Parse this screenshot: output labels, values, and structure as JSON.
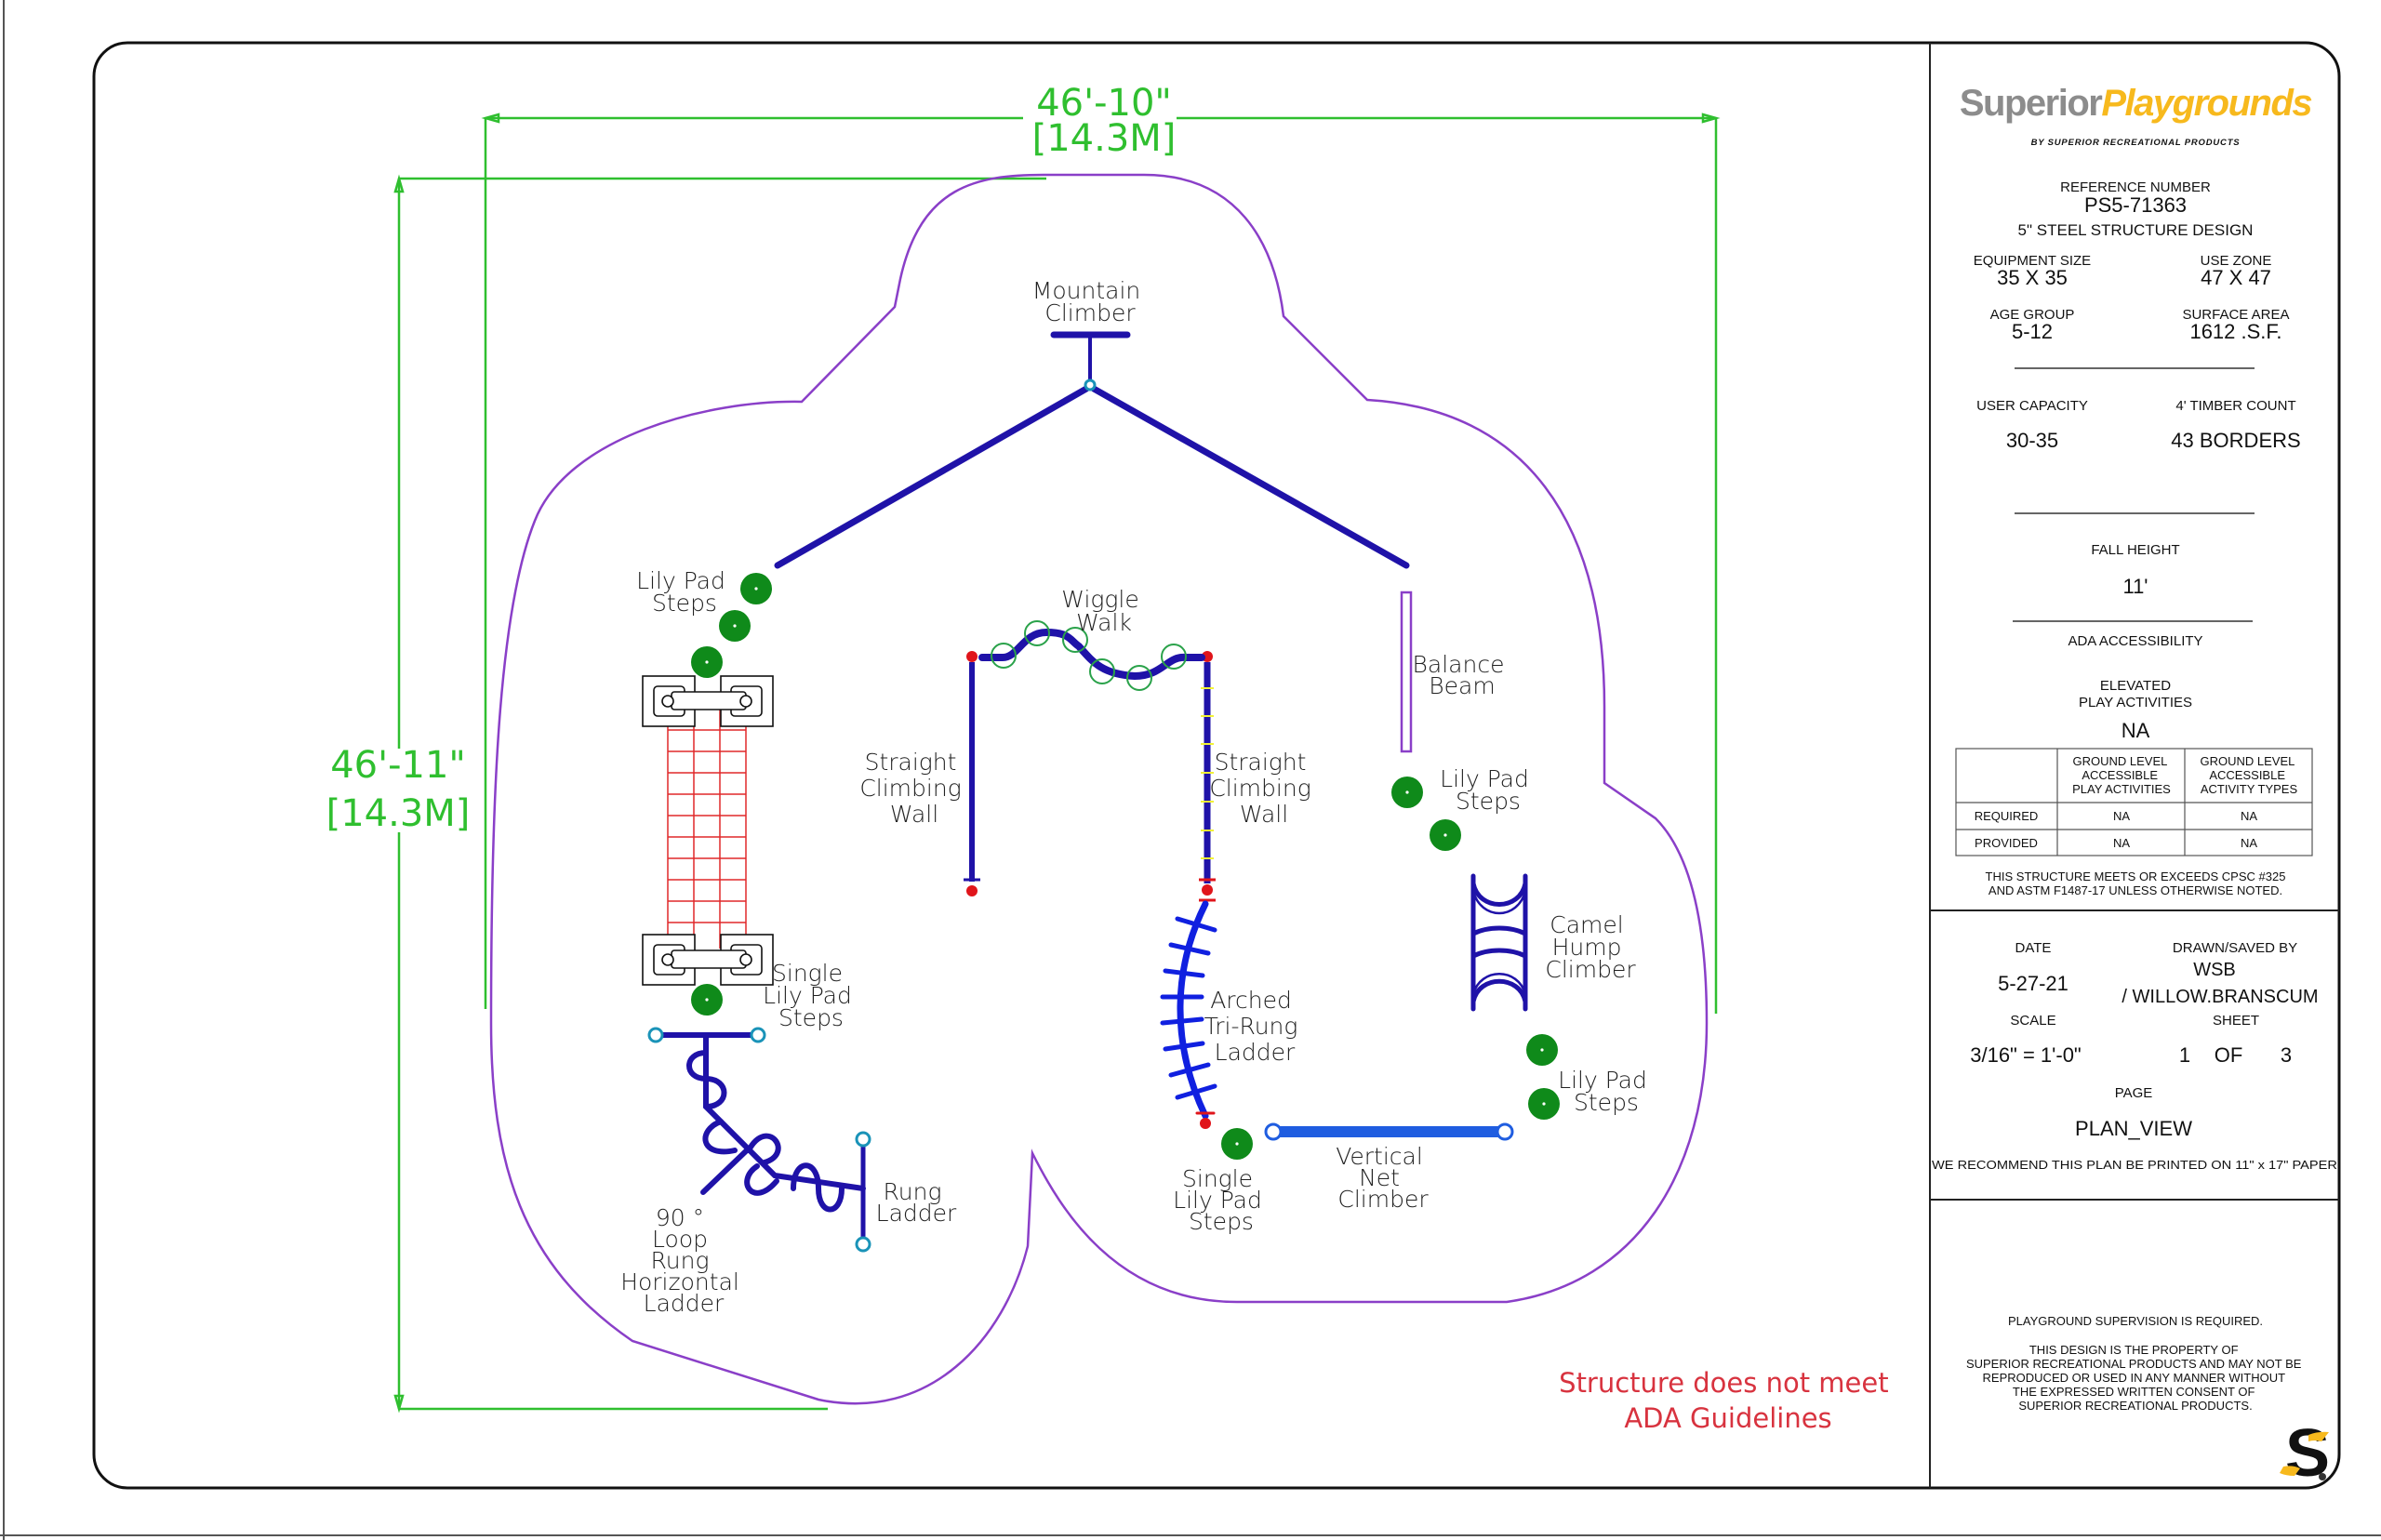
{
  "dimensions": {
    "width_imperial": "46'-10\"",
    "width_metric": "[14.3M]",
    "height_imperial": "46'-11\"",
    "height_metric": "[14.3M]",
    "color": "#2fbf2f"
  },
  "colors": {
    "outline": "#8a3fc8",
    "structure": "#1f12a8",
    "net": "#1f5de0",
    "lily_pad": "#0f8a1a",
    "ladder_grid": "#e0282a",
    "endcap": "#e0151b",
    "connector": "#1a93b8",
    "warning_text": "#d8333f",
    "brand_gray": "#8c8c8c",
    "brand_yellow": "#f7b91d"
  },
  "equipment_labels": {
    "mountain_climber": [
      "Mountain",
      "Climber"
    ],
    "lily_pad_top_left": [
      "Lily Pad",
      "Steps"
    ],
    "wiggle_walk": [
      "Wiggle",
      "Walk"
    ],
    "straight_wall_left": [
      "Straight",
      "Climbing",
      "Wall"
    ],
    "straight_wall_right": [
      "Straight",
      "Climbing",
      "Wall"
    ],
    "balance_beam": [
      "Balance",
      "Beam"
    ],
    "lily_pad_right": [
      "Lily Pad",
      "Steps"
    ],
    "camel_hump": [
      "Camel",
      "Hump",
      "Climber"
    ],
    "single_lily_left": [
      "Single",
      "Lily Pad",
      "Steps"
    ],
    "arched_ladder": [
      "Arched",
      "Tri-Rung",
      "Ladder"
    ],
    "lily_pad_lower_right": [
      "Lily Pad",
      "Steps"
    ],
    "rung_ladder": [
      "Rung",
      "Ladder"
    ],
    "loop_ladder": [
      "90 °",
      "Loop",
      "Rung",
      "Horizontal",
      "Ladder"
    ],
    "single_lily_bottom": [
      "Single",
      "Lily Pad",
      "Steps"
    ],
    "vertical_net": [
      "Vertical",
      "Net",
      "Climber"
    ]
  },
  "warning": {
    "line1": "Structure does not meet",
    "line2": "ADA Guidelines"
  },
  "title_block": {
    "brand_part1": "Superior",
    "brand_part2": "Playgrounds",
    "brand_tagline": "BY SUPERIOR RECREATIONAL PRODUCTS",
    "reference_label": "REFERENCE NUMBER",
    "reference_number": "PS5-71363",
    "design": "5\" STEEL STRUCTURE DESIGN",
    "equipment_size_label": "EQUIPMENT SIZE",
    "equipment_size": "35 X 35",
    "use_zone_label": "USE ZONE",
    "use_zone": "47 X 47",
    "age_group_label": "AGE GROUP",
    "age_group": "5-12",
    "surface_area_label": "SURFACE AREA",
    "surface_area": "1612 .S.F.",
    "user_capacity_label": "USER CAPACITY",
    "user_capacity": "30-35",
    "timber_label": "4' TIMBER COUNT",
    "timber_count": "43 BORDERS",
    "fall_height_label": "FALL HEIGHT",
    "fall_height": "11'",
    "ada_label": "ADA ACCESSIBILITY",
    "elevated_label_1": "ELEVATED",
    "elevated_label_2": "PLAY ACTIVITIES",
    "elevated_value": "NA",
    "ada_table": {
      "headers": [
        [
          "GROUND LEVEL",
          "ACCESSIBLE",
          "PLAY ACTIVITIES"
        ],
        [
          "GROUND LEVEL",
          "ACCESSIBLE",
          "ACTIVITY TYPES"
        ]
      ],
      "rows": [
        {
          "label": "REQUIRED",
          "values": [
            "NA",
            "NA"
          ]
        },
        {
          "label": "PROVIDED",
          "values": [
            "NA",
            "NA"
          ]
        }
      ]
    },
    "compliance_1": "THIS STRUCTURE MEETS OR EXCEEDS CPSC #325",
    "compliance_2": "AND ASTM F1487-17 UNLESS OTHERWISE NOTED.",
    "date_label": "DATE",
    "date": "5-27-21",
    "drawn_label": "DRAWN/SAVED BY",
    "drawn_by": "WSB",
    "saved_by": "/ WILLOW.BRANSCUM",
    "scale_label": "SCALE",
    "scale": "3/16\" = 1'-0\"",
    "sheet_label": "SHEET",
    "sheet_current": "1",
    "sheet_of": "OF",
    "sheet_total": "3",
    "page_label": "PAGE",
    "page": "PLAN_VIEW",
    "print_note": "WE RECOMMEND THIS PLAN BE PRINTED ON 11\" x 17\" PAPER",
    "supervision": "PLAYGROUND SUPERVISION IS REQUIRED.",
    "property_lines": [
      "THIS DESIGN IS THE PROPERTY OF",
      "SUPERIOR RECREATIONAL PRODUCTS AND MAY NOT BE",
      "REPRODUCED OR USED IN ANY MANNER WITHOUT",
      "THE EXPRESSED WRITTEN CONSENT OF",
      "SUPERIOR RECREATIONAL PRODUCTS."
    ],
    "logo_mark": "S"
  }
}
